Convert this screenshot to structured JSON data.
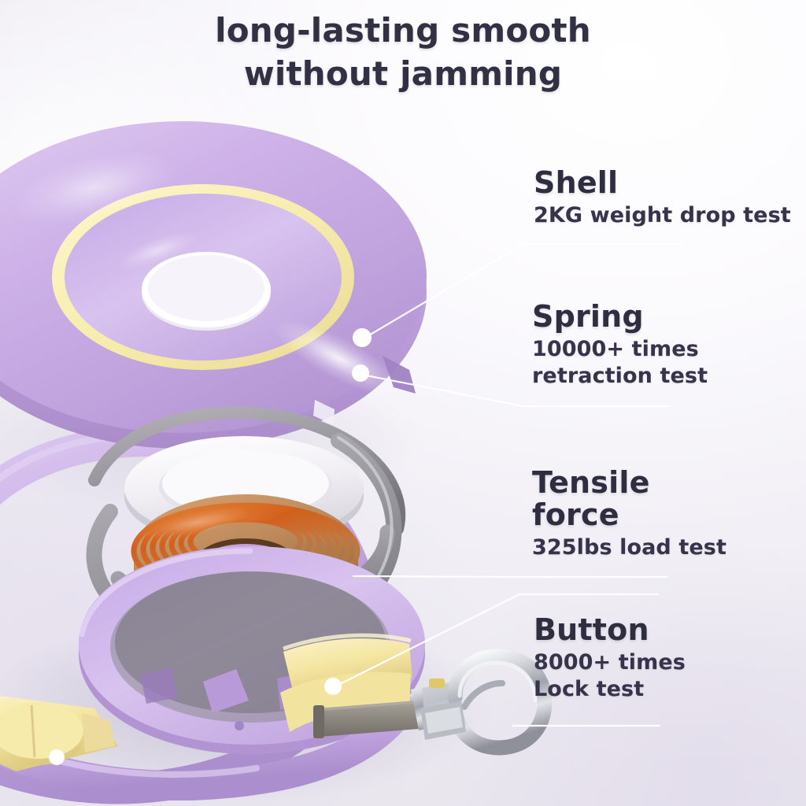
{
  "headline": {
    "line1": "long-lasting smooth",
    "line2": "without jamming"
  },
  "callouts": [
    {
      "id": "shell",
      "title": "Shell",
      "subtitle": "2KG weight drop test"
    },
    {
      "id": "spring",
      "title": "Spring",
      "subtitle": "10000+ times\nretraction test"
    },
    {
      "id": "tensile-force",
      "title": "Tensile\nforce",
      "subtitle": "325lbs load test"
    },
    {
      "id": "button",
      "title": "Button",
      "subtitle": "8000+ times\nLock test"
    }
  ],
  "colors": {
    "text_dark": "#2f2d40",
    "shell_purple": "#c9aee4",
    "accent_yellow": "#f6ecb0",
    "spring_copper": "#d2601c",
    "strap_gray": "#9a9aa0",
    "background_top": "#ffffff",
    "background_bottom": "#e9e6ee",
    "leader_line": "#ffffff"
  },
  "product": {
    "name": "retractable-dog-leash-exploded-view",
    "parts": [
      "top-shell-cover",
      "yellow-accent-ring",
      "white-spool-cap",
      "copper-coil-spring",
      "gray-leash-strap",
      "lower-purple-housing",
      "yellow-lock-button",
      "metal-carabiner-clip",
      "purple-handle-loop"
    ]
  }
}
